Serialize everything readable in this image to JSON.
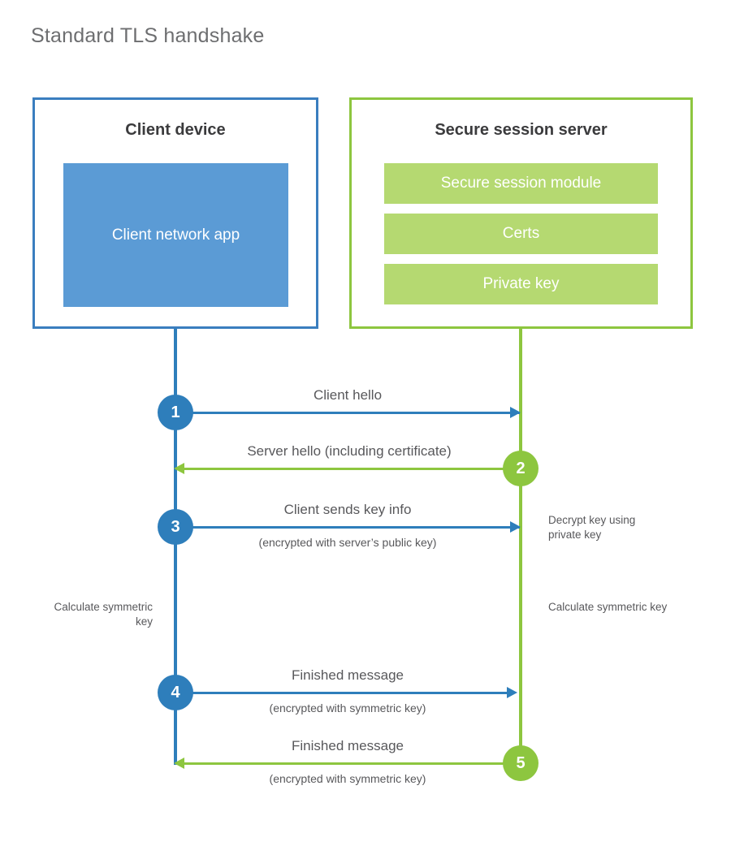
{
  "title": "Standard TLS handshake",
  "colors": {
    "client_accent": "#2e7ebb",
    "client_fill": "#5b9bd5",
    "server_accent": "#8dc63f",
    "server_fill": "#b5d971",
    "text": "#58585b",
    "heading": "#3b3b3d",
    "title": "#6d6e70",
    "background": "#ffffff"
  },
  "entities": {
    "client": {
      "title": "Client device",
      "app_label": "Client network app"
    },
    "server": {
      "title": "Secure session server",
      "components": [
        "Secure session module",
        "Certs",
        "Private key"
      ]
    }
  },
  "messages": [
    {
      "step": "1",
      "primary": "Client hello",
      "secondary": "",
      "direction": "client-to-server",
      "origin": "client"
    },
    {
      "step": "2",
      "primary": "Server hello (including certificate)",
      "secondary": "",
      "direction": "server-to-client",
      "origin": "server"
    },
    {
      "step": "3",
      "primary": "Client sends key info",
      "secondary": "(encrypted with server’s public key)",
      "direction": "client-to-server",
      "origin": "client"
    },
    {
      "step": "4",
      "primary": "Finished message",
      "secondary": "(encrypted with symmetric key)",
      "direction": "client-to-server",
      "origin": "client"
    },
    {
      "step": "5",
      "primary": "Finished message",
      "secondary": "(encrypted with symmetric key)",
      "direction": "server-to-client",
      "origin": "server"
    }
  ],
  "annotations": {
    "decrypt_key": "Decrypt key using private key",
    "client_calculate": "Calculate symmetric key",
    "server_calculate": "Calculate symmetric key"
  }
}
